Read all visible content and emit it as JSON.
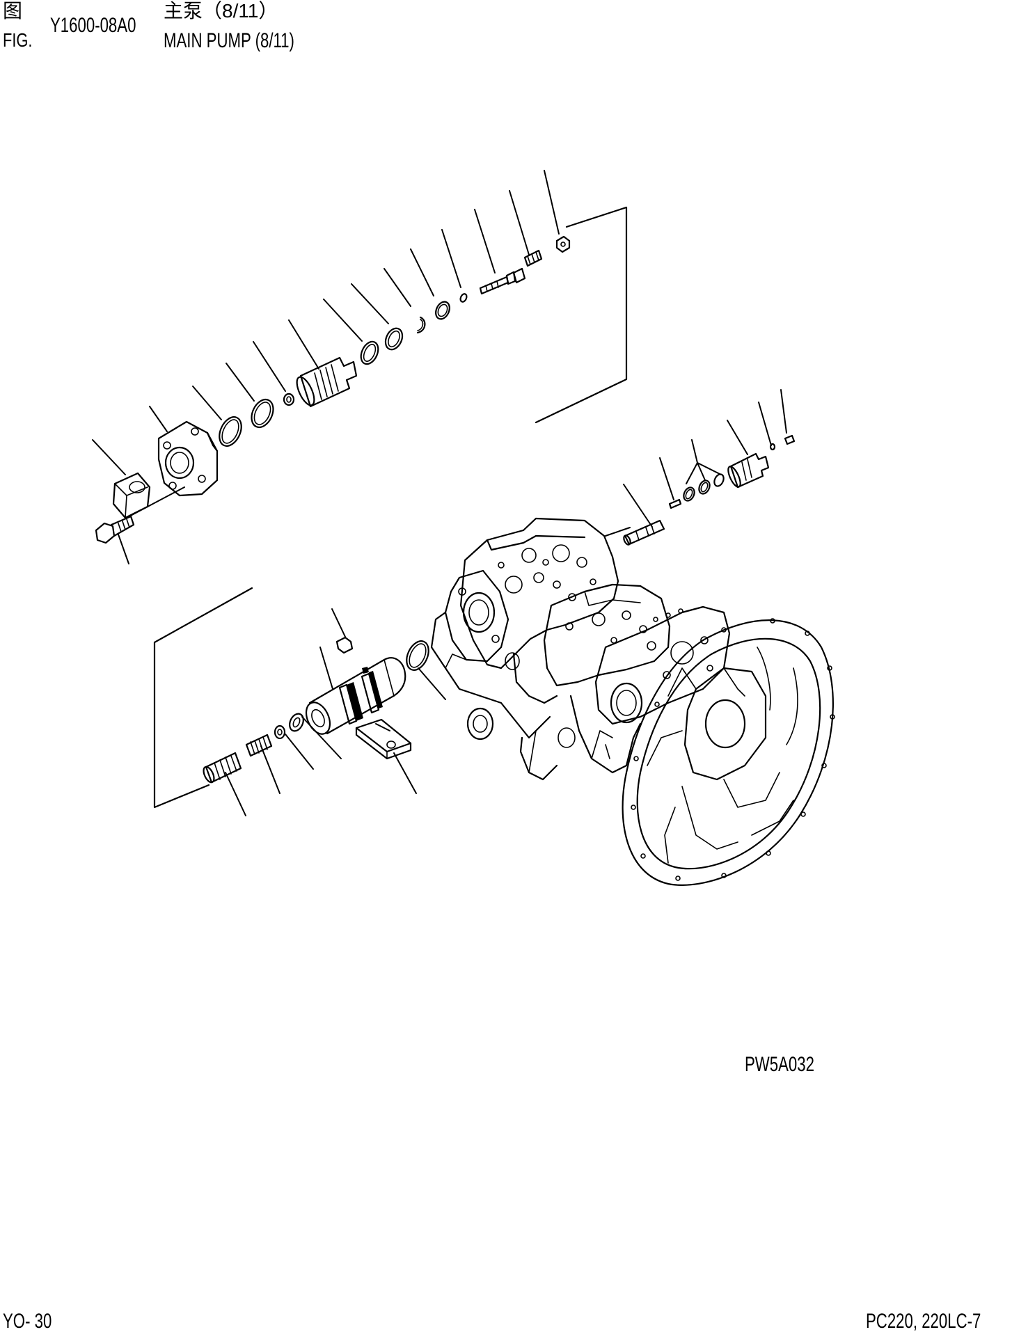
{
  "header": {
    "fig_label_cn": "图",
    "fig_label_en": "FIG.",
    "fig_number": "Y1600-08A0",
    "title_cn": "主泵（8/11）",
    "title_en": "MAIN PUMP (8/11)"
  },
  "drawing": {
    "code": "PW5A032"
  },
  "footer": {
    "page": "YO- 30",
    "model": "PC220, 220LC-7"
  }
}
